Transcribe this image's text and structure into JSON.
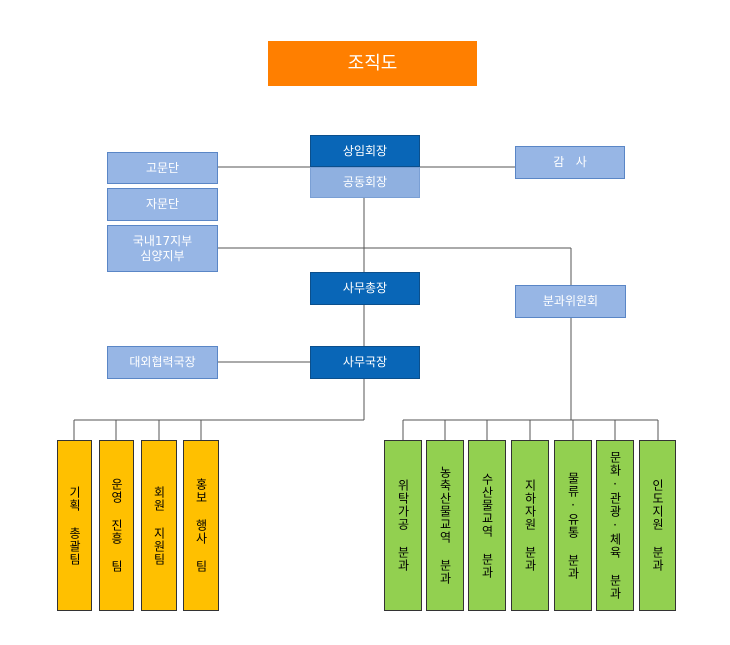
{
  "title": "조직도",
  "top": {
    "chair": "상임회장",
    "cochair": "공동회장",
    "audit": "감   사"
  },
  "left": {
    "advisory": "고문단",
    "consult": "자문단",
    "branch_1": "국내17지부",
    "branch_2": "심양지부"
  },
  "middle": {
    "secretary_general": "사무총장",
    "secretariat": "사무국장",
    "external": "대외협력국장"
  },
  "committee": "분과위원회",
  "teams": [
    "기획 총괄팀",
    "운영 진흥 팀",
    "회원 지원팀",
    "홍보 행사 팀"
  ],
  "divisions": [
    "위탁가공 분과",
    "농축산물교역 분과",
    "수산물교역 분과",
    "지하자원 분과",
    "물류·유통 분과",
    "문화·관광·체육 분과",
    "인도지원 분과"
  ],
  "colors": {
    "title": "#ff7f00",
    "dark_blue": "#0966b7",
    "light_blue": "#9fbde8",
    "yellow": "#ffc000",
    "green": "#92d050"
  }
}
